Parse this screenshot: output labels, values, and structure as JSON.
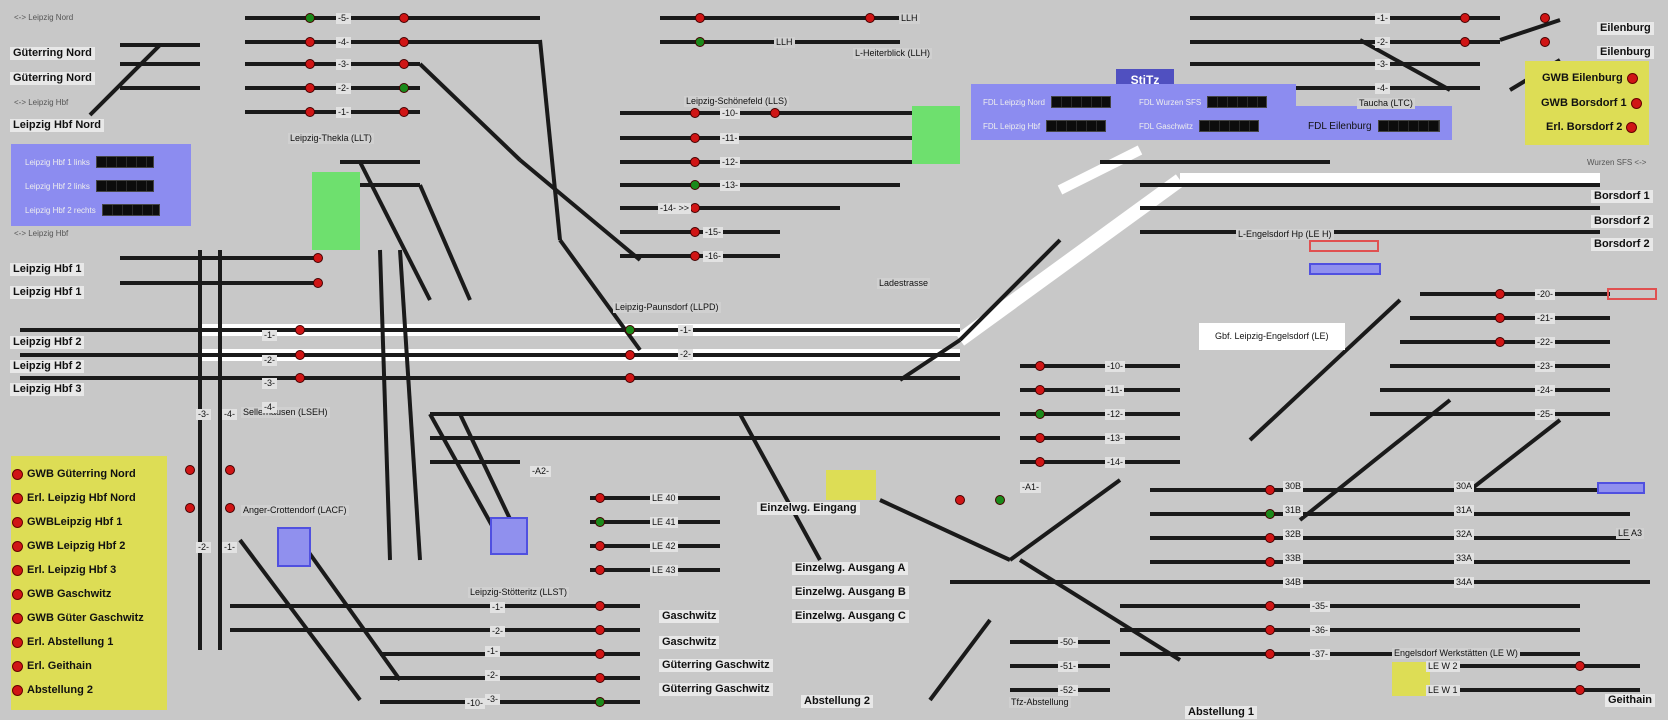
{
  "header_left": "<-> Leipzig Nord",
  "left_stations": [
    {
      "label": "Güterring Nord"
    },
    {
      "label": "Güterring Nord"
    },
    {
      "label": "<-> Leipzig Hbf"
    },
    {
      "label": "Leipzig Hbf Nord"
    },
    {
      "label": "<-> Leipzig Hbf"
    },
    {
      "label": "Leipzig Hbf 1"
    },
    {
      "label": "Leipzig Hbf 1"
    },
    {
      "label": "Leipzig Hbf 2"
    },
    {
      "label": "Leipzig Hbf 2"
    },
    {
      "label": "Leipzig Hbf 3"
    }
  ],
  "left_panel": [
    {
      "label": "Leipzig Hbf 1 links"
    },
    {
      "label": "Leipzig Hbf 2 links"
    },
    {
      "label": "Leipzig Hbf 2 rechts"
    }
  ],
  "left_yellow_buttons": [
    {
      "label": "GWB Güterring Nord"
    },
    {
      "label": "Erl. Leipzig Hbf Nord"
    },
    {
      "label": "GWBLeipzig Hbf 1"
    },
    {
      "label": "GWB Leipzig Hbf 2"
    },
    {
      "label": "Erl. Leipzig Hbf 3"
    },
    {
      "label": "GWB Gaschwitz"
    },
    {
      "label": "GWB Güter Gaschwitz"
    },
    {
      "label": "Erl. Abstellung 1"
    },
    {
      "label": "Erl. Geithain"
    },
    {
      "label": "Abstellung 2"
    }
  ],
  "stitz": {
    "title": "StiTz",
    "rows": [
      {
        "label": "FDL Leipzig Nord"
      },
      {
        "label": "FDL Wurzen SFS"
      },
      {
        "label": "FDL Leipzig Hbf"
      },
      {
        "label": "FDL Gaschwitz"
      },
      {
        "label": "FDL Eilenburg"
      }
    ]
  },
  "right_yellow_buttons": [
    {
      "label": "GWB Eilenburg"
    },
    {
      "label": "GWB Borsdorf 1"
    },
    {
      "label": "Erl. Borsdorf 2"
    }
  ],
  "right_stations": [
    {
      "label": "Eilenburg"
    },
    {
      "label": "Eilenburg"
    },
    {
      "label": "Wurzen SFS <->"
    },
    {
      "label": "Borsdorf 1"
    },
    {
      "label": "Borsdorf 2"
    },
    {
      "label": "Borsdorf 2"
    },
    {
      "label": "Geithain"
    },
    {
      "label": "LE A3"
    }
  ],
  "station_names": [
    {
      "label": "Leipzig-Thekla (LLT)"
    },
    {
      "label": "Leipzig-Schönefeld (LLS)"
    },
    {
      "label": "L-Heiterblick (LLH)"
    },
    {
      "label": "LLH"
    },
    {
      "label": "LLH"
    },
    {
      "label": "Taucha (LTC)"
    },
    {
      "label": "L-Engelsdorf Hp (LE H)"
    },
    {
      "label": "Ladestrasse"
    },
    {
      "label": "Leipzig-Paunsdorf (LLPD)"
    },
    {
      "label": "Gbf. Leipzig-Engelsdorf (LE)"
    },
    {
      "label": "Sellerhausen (LSEH)"
    },
    {
      "label": "Anger-Crottendorf (LACF)"
    },
    {
      "label": "Leipzig-Stötteritz (LLST)"
    },
    {
      "label": "Engelsdorf Werkstätten (LE W)"
    },
    {
      "label": "Tfz-Abstellung"
    }
  ],
  "bold_labels": [
    {
      "label": "Einzelwg. Eingang"
    },
    {
      "label": "Einzelwg. Ausgang A"
    },
    {
      "label": "Einzelwg. Ausgang B"
    },
    {
      "label": "Einzelwg. Ausgang C"
    },
    {
      "label": "Gaschwitz"
    },
    {
      "label": "Gaschwitz"
    },
    {
      "label": "Güterring Gaschwitz"
    },
    {
      "label": "Güterring Gaschwitz"
    },
    {
      "label": "Abstellung 2"
    },
    {
      "label": "Abstellung 1"
    }
  ],
  "track_numbers": [
    "-5-",
    "-4-",
    "-3-",
    "-2-",
    "-1-",
    "-10-",
    "-11-",
    "-12-",
    "-13-",
    "-14- >>",
    "-15-",
    "-16-",
    "-1-",
    "-2-",
    "-3-",
    "-4-",
    "-1-",
    "-2-",
    "-1-",
    "-2-",
    "-20-",
    "-21-",
    "-22-",
    "-23-",
    "-24-",
    "-25-",
    "-10-",
    "-11-",
    "-12-",
    "-13-",
    "-14-",
    "-1-",
    "-2-",
    "-3-",
    "-4-",
    "-3-",
    "-4-",
    "-2-",
    "-1-",
    "-A2-",
    "-A1-",
    "LE 40",
    "LE 41",
    "LE 42",
    "LE 43",
    "30B",
    "31B",
    "32B",
    "33B",
    "34B",
    "30A",
    "31A",
    "32A",
    "33A",
    "34A",
    "-35-",
    "-36-",
    "-37-",
    "-1-",
    "-2-",
    "-3-",
    "-10-",
    "-50-",
    "-51-",
    "-52-",
    "LE W 2",
    "LE W 1"
  ],
  "colors": {
    "background": "#c8c8c8",
    "panel_blue": "#8c8cf0",
    "panel_yellow": "#dddd55",
    "panel_green": "#6ee06e",
    "signal_red": "#d01515",
    "signal_green": "#1a8a1a",
    "track": "#1a1a1a",
    "route_white": "#ffffff"
  }
}
